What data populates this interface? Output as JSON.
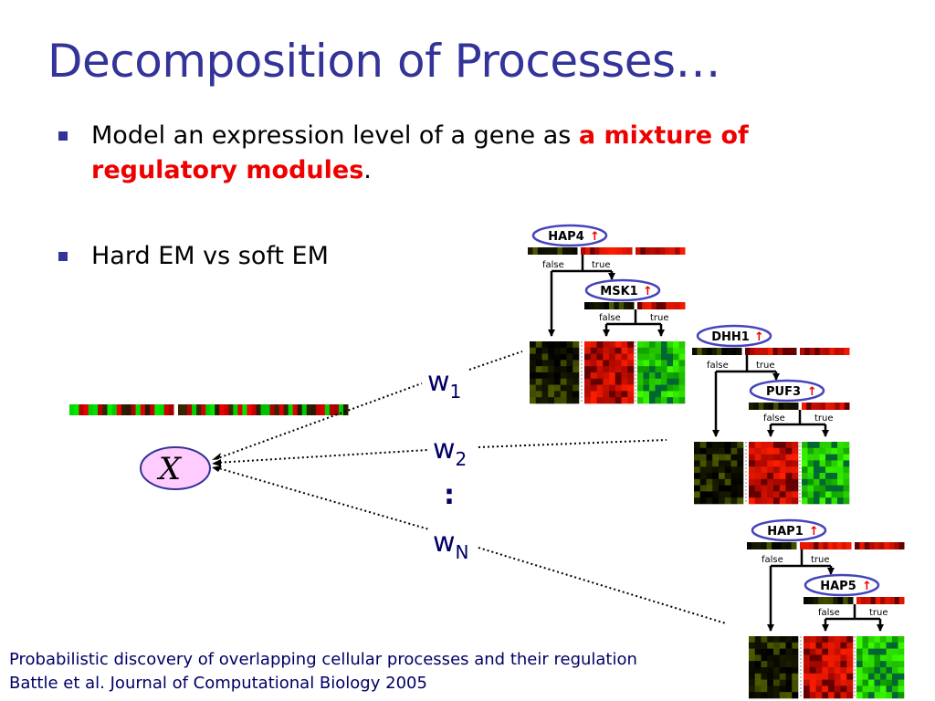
{
  "slide": {
    "title": "Decomposition of Processes…",
    "bullet1": {
      "prefix": "Model an expression level of a gene as ",
      "highlight": "a mixture of regulatory modules",
      "suffix": "."
    },
    "bullet2": "Hard EM vs soft EM",
    "citation_line1": "Probabilistic discovery of overlapping cellular processes and their regulation",
    "citation_line2": "Battle et al. Journal of Computational Biology 2005"
  },
  "model": {
    "node_label": "X",
    "weight1": "w",
    "weight1_sub": "1",
    "weight2": "w",
    "weight2_sub": "2",
    "ellipsis": ":",
    "weightN": "w",
    "weightN_sub": "N"
  },
  "modules": [
    {
      "root": "HAP4",
      "child": "MSK1",
      "false_label": "false",
      "true_label": "true",
      "up_arrow": "↑"
    },
    {
      "root": "DHH1",
      "child": "PUF3",
      "false_label": "false",
      "true_label": "true",
      "up_arrow": "↑"
    },
    {
      "root": "HAP1",
      "child": "HAP5",
      "false_label": "false",
      "true_label": "true",
      "up_arrow": "↑"
    }
  ],
  "colors": {
    "title": "#333399",
    "highlight": "#ee0000",
    "node_fill": "#ffccff",
    "node_stroke": "#333399",
    "oval_stroke": "#4444bb",
    "up_arrow": "#ee0000",
    "citation": "#000066"
  }
}
